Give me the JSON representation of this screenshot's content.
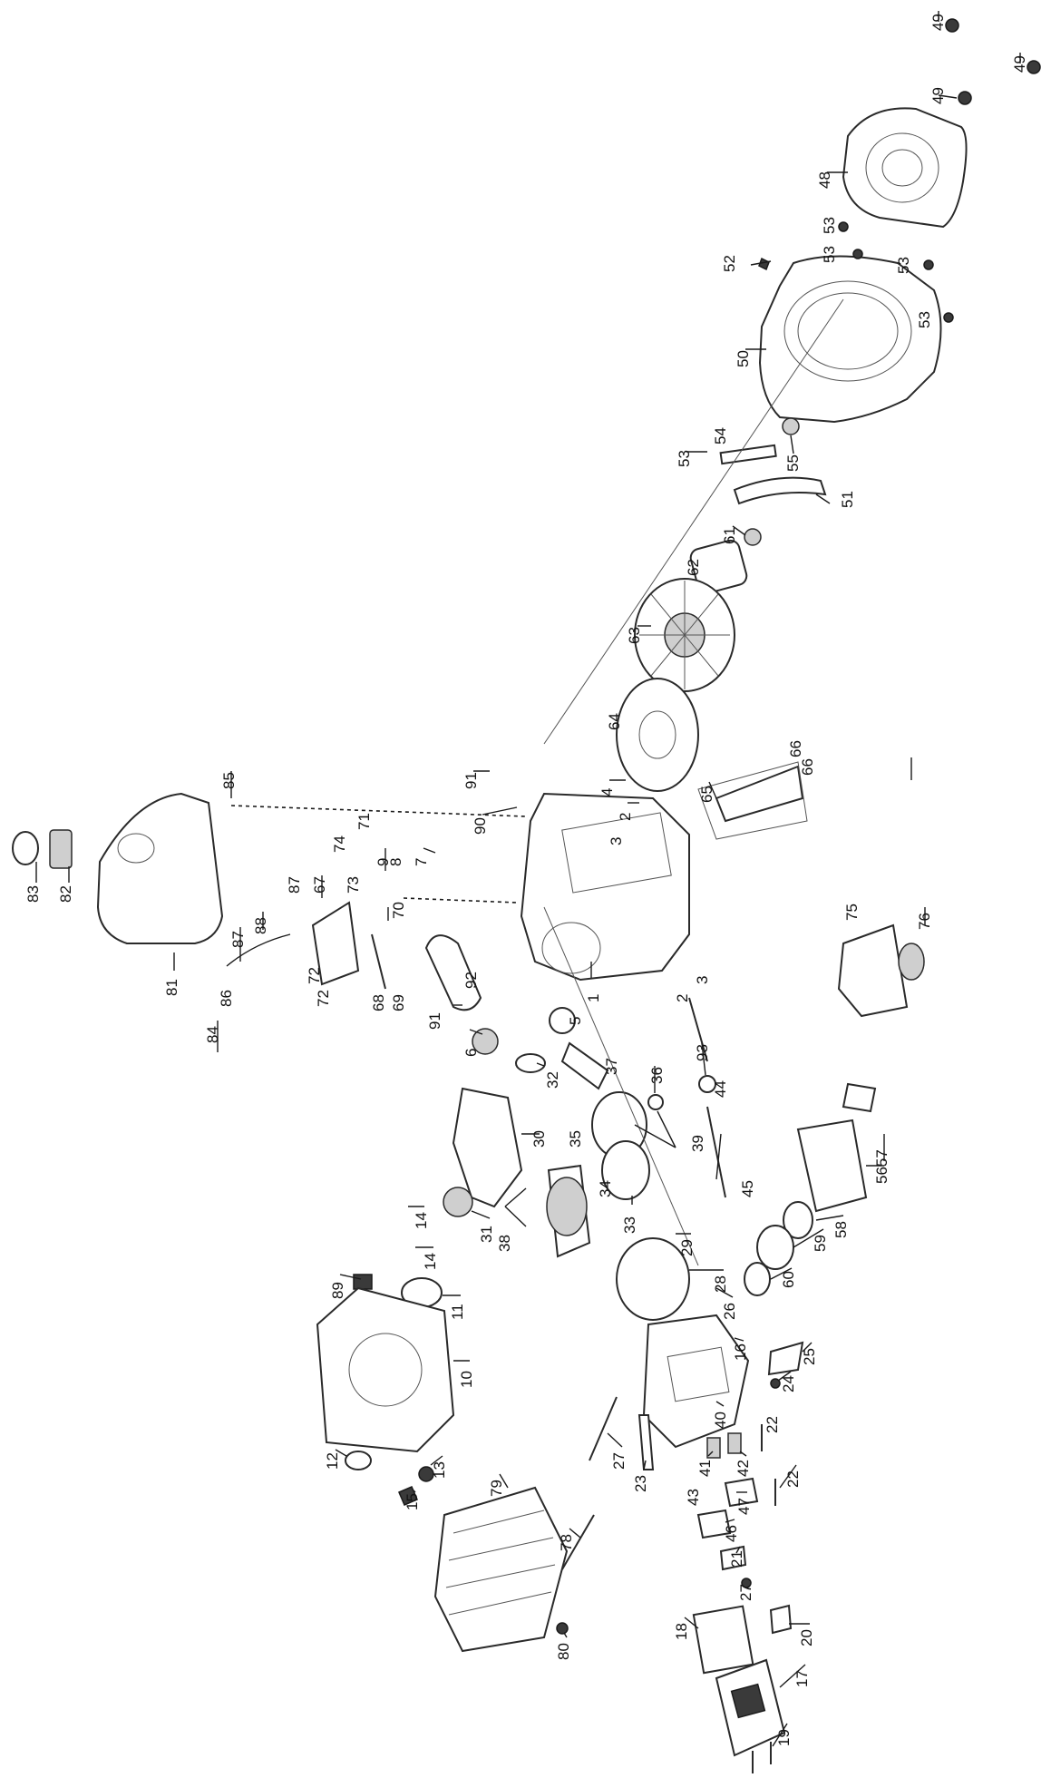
{
  "callouts": [
    {
      "label": "49"
    },
    {
      "label": "49"
    },
    {
      "label": "49"
    },
    {
      "label": "48"
    },
    {
      "label": "53"
    },
    {
      "label": "53"
    },
    {
      "label": "53"
    },
    {
      "label": "53"
    },
    {
      "label": "53"
    },
    {
      "label": "52"
    },
    {
      "label": "50"
    },
    {
      "label": "54"
    },
    {
      "label": "55"
    },
    {
      "label": "51"
    },
    {
      "label": "61"
    },
    {
      "label": "62"
    },
    {
      "label": "63"
    },
    {
      "label": "64"
    },
    {
      "label": "65"
    },
    {
      "label": "66"
    },
    {
      "label": "66"
    },
    {
      "label": "91"
    },
    {
      "label": "90"
    },
    {
      "label": "4"
    },
    {
      "label": "2"
    },
    {
      "label": "3"
    },
    {
      "label": "85"
    },
    {
      "label": "74"
    },
    {
      "label": "71"
    },
    {
      "label": "9"
    },
    {
      "label": "8"
    },
    {
      "label": "7"
    },
    {
      "label": "73"
    },
    {
      "label": "70"
    },
    {
      "label": "67"
    },
    {
      "label": "87"
    },
    {
      "label": "88"
    },
    {
      "label": "87"
    },
    {
      "label": "72"
    },
    {
      "label": "72"
    },
    {
      "label": "68"
    },
    {
      "label": "69"
    },
    {
      "label": "83"
    },
    {
      "label": "82"
    },
    {
      "label": "81"
    },
    {
      "label": "86"
    },
    {
      "label": "84"
    },
    {
      "label": "92"
    },
    {
      "label": "91"
    },
    {
      "label": "6"
    },
    {
      "label": "1"
    },
    {
      "label": "2"
    },
    {
      "label": "3"
    },
    {
      "label": "5"
    },
    {
      "label": "32"
    },
    {
      "label": "37"
    },
    {
      "label": "36"
    },
    {
      "label": "93"
    },
    {
      "label": "30"
    },
    {
      "label": "35"
    },
    {
      "label": "34"
    },
    {
      "label": "39"
    },
    {
      "label": "44"
    },
    {
      "label": "45"
    },
    {
      "label": "75"
    },
    {
      "label": "76"
    },
    {
      "label": "38"
    },
    {
      "label": "33"
    },
    {
      "label": "31"
    },
    {
      "label": "14"
    },
    {
      "label": "14"
    },
    {
      "label": "89"
    },
    {
      "label": "11"
    },
    {
      "label": "29"
    },
    {
      "label": "28"
    },
    {
      "label": "5657"
    },
    {
      "label": "58"
    },
    {
      "label": "59"
    },
    {
      "label": "60"
    },
    {
      "label": "26"
    },
    {
      "label": "10"
    },
    {
      "label": "16"
    },
    {
      "label": "25"
    },
    {
      "label": "24"
    },
    {
      "label": "12"
    },
    {
      "label": "13"
    },
    {
      "label": "15"
    },
    {
      "label": "27"
    },
    {
      "label": "23"
    },
    {
      "label": "40"
    },
    {
      "label": "41"
    },
    {
      "label": "43"
    },
    {
      "label": "42"
    },
    {
      "label": "22"
    },
    {
      "label": "22"
    },
    {
      "label": "47"
    },
    {
      "label": "46"
    },
    {
      "label": "79"
    },
    {
      "label": "78"
    },
    {
      "label": "21"
    },
    {
      "label": "27"
    },
    {
      "label": "18"
    },
    {
      "label": "20"
    },
    {
      "label": "17"
    },
    {
      "label": "80"
    },
    {
      "label": "19"
    }
  ]
}
